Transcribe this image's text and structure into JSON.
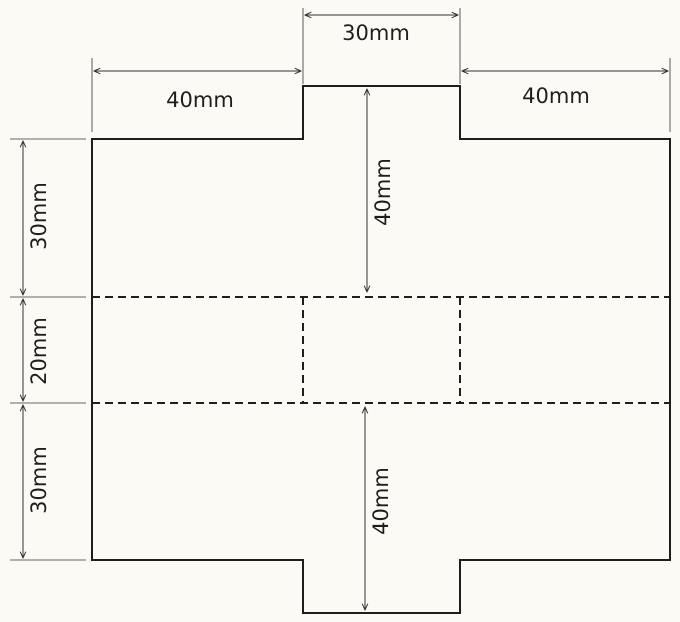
{
  "labels": {
    "top_center_width": "30mm",
    "top_left_width": "40mm",
    "top_right_width": "40mm",
    "center_top_flap_height": "40mm",
    "center_bottom_flap_height": "40mm",
    "left_top_height": "30mm",
    "left_middle_height": "20mm",
    "left_bottom_height": "30mm"
  },
  "colors": {
    "background": "#fbfaf5",
    "stroke": "#1e1e1e"
  }
}
